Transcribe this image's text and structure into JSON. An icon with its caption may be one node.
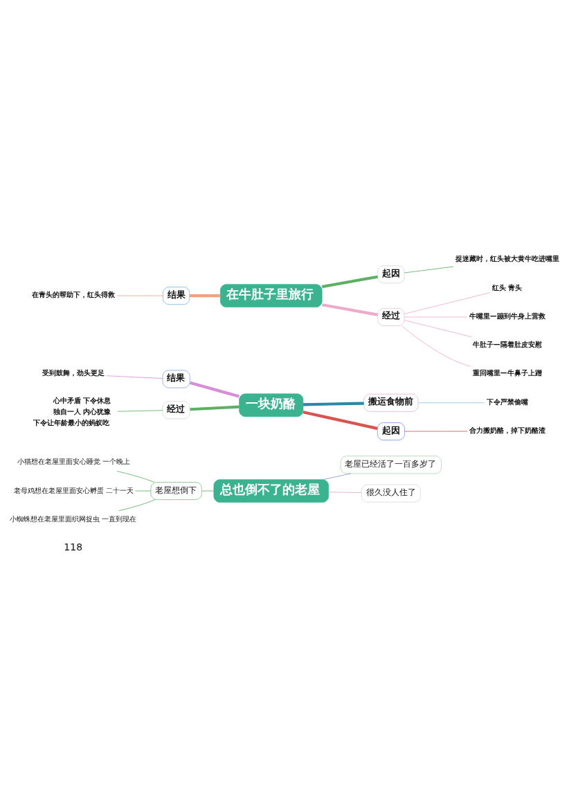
{
  "diagram": {
    "nodes": [
      {
        "text": [
          "在牛肚子里旅行"
        ]
      },
      {
        "text": [
          "起因"
        ]
      },
      {
        "text": [
          "捉迷藏时，红头被大黄牛吃进嘴里"
        ]
      },
      {
        "text": [
          "经过"
        ]
      },
      {
        "text": [
          "红头 青头"
        ]
      },
      {
        "text": [
          "牛嘴里—蹦到牛身上营救"
        ]
      },
      {
        "text": [
          "牛肚子—隔着肚皮安慰"
        ]
      },
      {
        "text": [
          "重回嘴里—牛鼻子上蹭"
        ]
      },
      {
        "text": [
          "结果"
        ]
      },
      {
        "text": [
          "在青头的帮助下，红头得救"
        ]
      },
      {
        "text": [
          "一块奶酪"
        ]
      },
      {
        "text": [
          "结果"
        ]
      },
      {
        "text": [
          "受到鼓舞，劲头更足"
        ]
      },
      {
        "text": [
          "经过"
        ]
      },
      {
        "text": [
          "心中矛盾 下令休息",
          "独自一人 内心犹豫",
          "下令让年龄最小的蚂蚁吃"
        ]
      },
      {
        "text": [
          "搬运食物前"
        ]
      },
      {
        "text": [
          "下令严禁偷嘴"
        ]
      },
      {
        "text": [
          "起因"
        ]
      },
      {
        "text": [
          "合力搬奶酪，掉下奶酪渣"
        ]
      },
      {
        "text": [
          "总也倒不了的老屋"
        ]
      },
      {
        "text": [
          "老屋想倒下"
        ]
      },
      {
        "text": [
          "小猫想在老屋里面安心睡觉 一个晚上"
        ]
      },
      {
        "text": [
          "老母鸡想在老屋里面安心孵蛋 二十一天"
        ]
      },
      {
        "text": [
          "小蜘蛛想在老屋里面织网捉虫 一直到现在"
        ]
      },
      {
        "text": [
          "老屋已经活了一百多岁了"
        ]
      },
      {
        "text": [
          "很久没人住了"
        ]
      }
    ],
    "edges": [
      {
        "from": 0,
        "to": 1,
        "arrow": "none",
        "style": "thick"
      },
      {
        "from": 1,
        "to": 2,
        "arrow": "none"
      },
      {
        "from": 0,
        "to": 3,
        "arrow": "none",
        "style": "thick",
        "color": "#eeaacb"
      },
      {
        "from": 3,
        "to": 4,
        "arrow": "none",
        "color": "#eeaacb"
      },
      {
        "from": 3,
        "to": 5,
        "arrow": "none",
        "color": "#eeaacb"
      },
      {
        "from": 3,
        "to": 6,
        "arrow": "none",
        "color": "#eeaacb"
      },
      {
        "from": 3,
        "to": 7,
        "arrow": "none",
        "color": "#eeaacb"
      },
      {
        "from": 8,
        "to": 0,
        "arrow": "none",
        "style": "thick",
        "color": "#f2a07f"
      },
      {
        "from": 9,
        "to": 8,
        "arrow": "none",
        "color": "#f2a07f"
      },
      {
        "from": 11,
        "to": 10,
        "arrow": "none",
        "style": "thick",
        "color": "#d68fd6"
      },
      {
        "from": 12,
        "to": 11,
        "arrow": "none",
        "color": "#d68fd6"
      },
      {
        "from": 13,
        "to": 10,
        "arrow": "none",
        "style": "thick"
      },
      {
        "from": 14,
        "to": 13,
        "arrow": "none"
      },
      {
        "from": 10,
        "to": 15,
        "arrow": "none",
        "style": "thick",
        "color": "#2e86a6"
      },
      {
        "from": 15,
        "to": 16,
        "arrow": "none",
        "color": "#8cc3e0"
      },
      {
        "from": 10,
        "to": 17,
        "arrow": "none",
        "style": "thick",
        "color": "#d9534f"
      },
      {
        "from": 17,
        "to": 18,
        "arrow": "none",
        "color": "#d9534f"
      },
      {
        "from": 20,
        "to": 19,
        "arrow": "none"
      },
      {
        "from": 21,
        "to": 20,
        "arrow": "none"
      },
      {
        "from": 22,
        "to": 20,
        "arrow": "none"
      },
      {
        "from": 23,
        "to": 20,
        "arrow": "none"
      },
      {
        "from": 19,
        "to": 24,
        "arrow": "none",
        "color": "#8a94cc"
      },
      {
        "from": 19,
        "to": 25,
        "arrow": "none",
        "color": "#e4a9b9"
      }
    ],
    "labels": [
      "118"
    ]
  }
}
